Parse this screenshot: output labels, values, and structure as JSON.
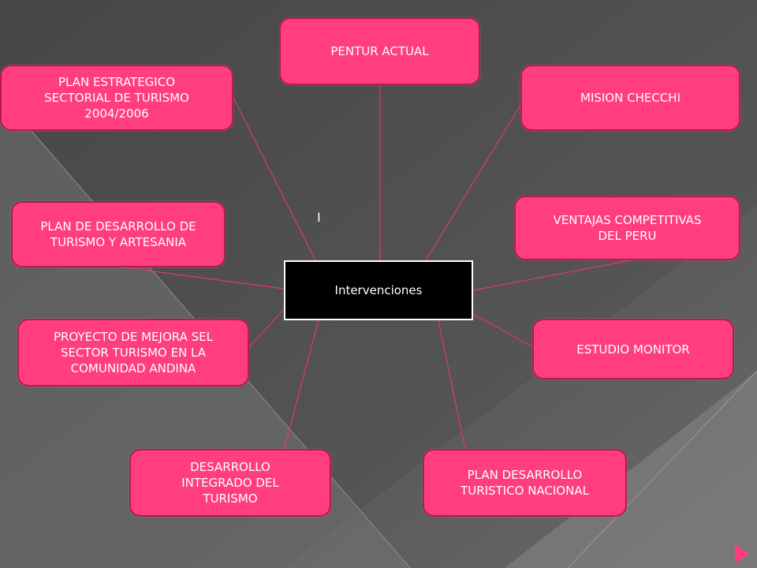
{
  "colors": {
    "node_fill": "#ff3d7f",
    "node_border": "#b01a55",
    "center_fill": "#000000",
    "connector": "#e0357a"
  },
  "center": {
    "label": "Intervenciones"
  },
  "stray_mark": "I",
  "nodes": [
    {
      "label": "PENTUR ACTUAL"
    },
    {
      "label": "PLAN ESTRATEGICO\nSECTORIAL DE TURISMO\n2004/2006"
    },
    {
      "label": "MISION CHECCHI"
    },
    {
      "label": "PLAN DE DESARROLLO DE\nTURISMO  Y ARTESANIA"
    },
    {
      "label": "VENTAJAS COMPETITIVAS\nDEL PERU"
    },
    {
      "label": "PROYECTO  DE MEJORA SEL\nSECTOR TURISMO  EN LA\nCOMUNIDAD ANDINA"
    },
    {
      "label": "ESTUDIO MONITOR"
    },
    {
      "label": "DESARROLLO\nINTEGRADO  DEL\nTURISMO"
    },
    {
      "label": "PLAN  DESARROLLO\nTURISTICO NACIONAL"
    }
  ]
}
